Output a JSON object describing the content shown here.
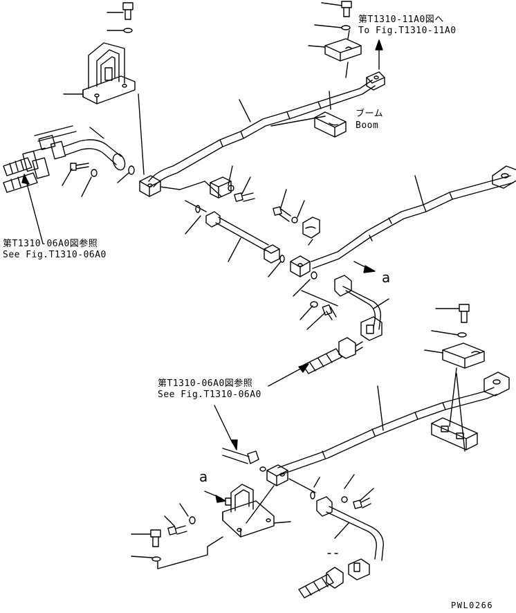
{
  "references": {
    "top_right": {
      "jp": "第T1310-11A0図へ",
      "en": "To Fig.T1310-11A0"
    },
    "left": {
      "jp": "第T1310-06A0図参照",
      "en": "See Fig.T1310-06A0"
    },
    "center": {
      "jp": "第T1310-06A0図参照",
      "en": "See Fig.T1310-06A0"
    }
  },
  "boom_label": {
    "jp": "ブーム",
    "en": "Boom"
  },
  "connection_marks": {
    "a_right": "a",
    "a_left": "a"
  },
  "drawing_code": "PWL0266"
}
